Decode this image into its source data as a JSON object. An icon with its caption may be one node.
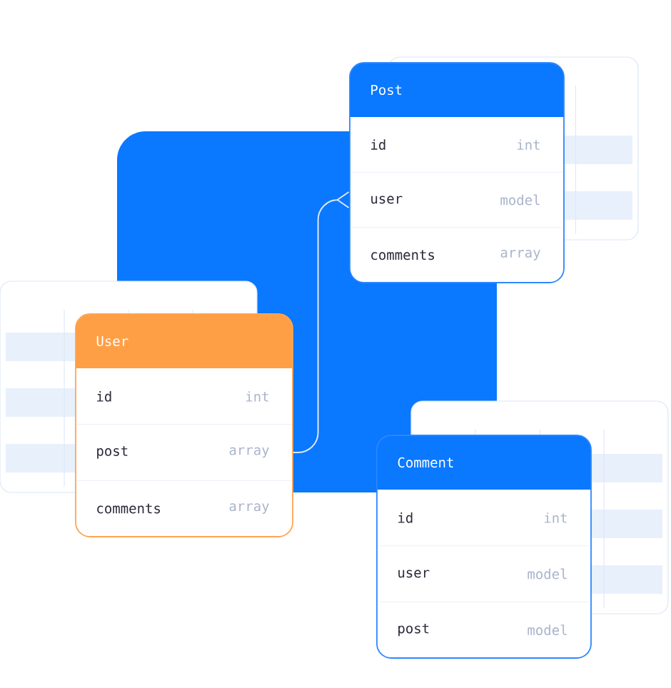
{
  "diagram": {
    "nodes": [
      {
        "text": [
          "Post"
        ]
      },
      {
        "text": [
          "id",
          "int"
        ],
        "in": 0
      },
      {
        "text": [
          "user",
          "model"
        ],
        "in": 0
      },
      {
        "text": [
          "comments",
          "array"
        ],
        "in": 0
      },
      {
        "text": [
          "User"
        ]
      },
      {
        "text": [
          "id",
          "int"
        ],
        "in": 4
      },
      {
        "text": [
          "post",
          "array"
        ],
        "in": 4
      },
      {
        "text": [
          "comments",
          "array"
        ],
        "in": 4
      },
      {
        "text": [
          "Comment"
        ]
      },
      {
        "text": [
          "id",
          "int"
        ],
        "in": 8
      },
      {
        "text": [
          "user",
          "model"
        ],
        "in": 8
      },
      {
        "text": [
          "post",
          "model"
        ],
        "in": 8
      }
    ],
    "edges": [
      {
        "from": 6,
        "to": 2,
        "arrow": "other"
      }
    ]
  }
}
